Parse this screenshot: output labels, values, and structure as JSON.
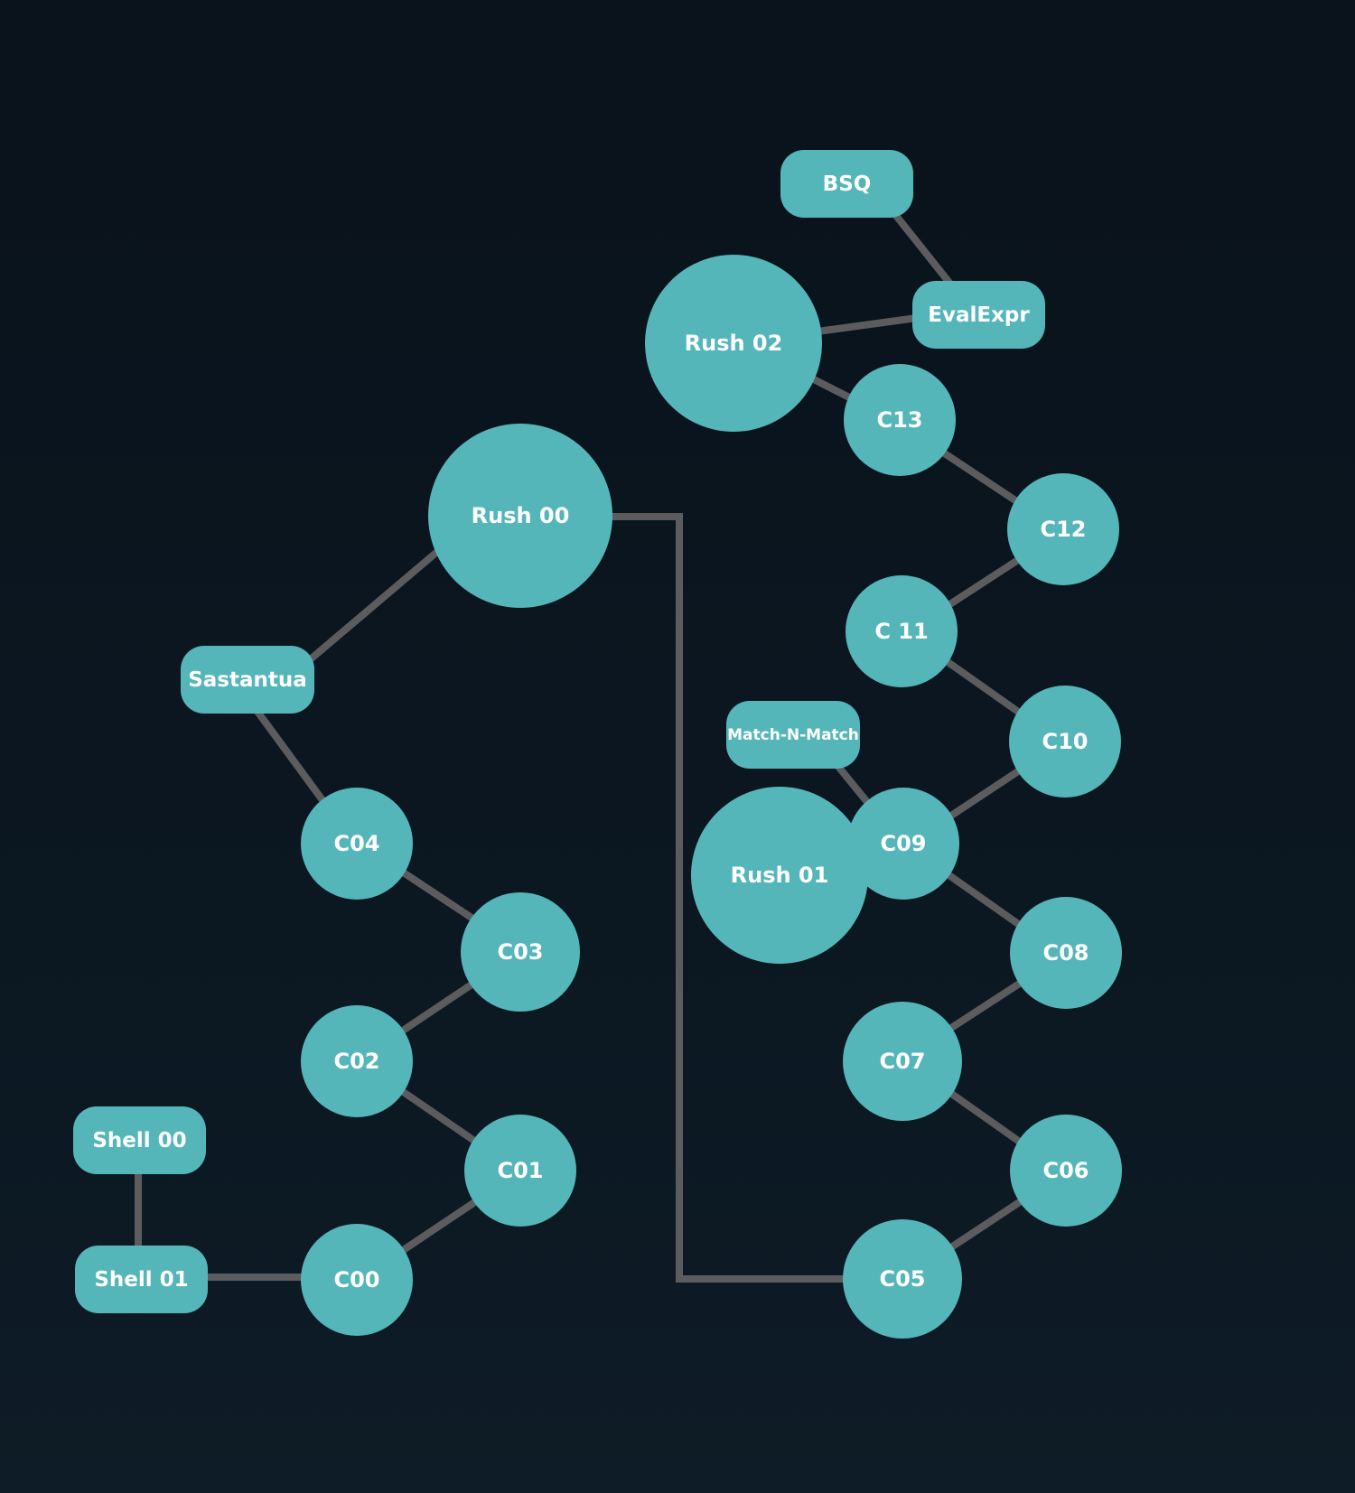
{
  "nodes": {
    "bsq": "BSQ",
    "evalexpr": "EvalExpr",
    "rush02": "Rush 02",
    "c13": "C13",
    "c12": "C12",
    "c11": "C 11",
    "c10": "C10",
    "rush00": "Rush 00",
    "sastantua": "Sastantua",
    "match": "Match-N-Match",
    "rush01": "Rush 01",
    "c09": "C09",
    "c08": "C08",
    "c07": "C07",
    "c06": "C06",
    "c05": "C05",
    "c04": "C04",
    "c03": "C03",
    "c02": "C02",
    "c01": "C01",
    "c00": "C00",
    "shell00": "Shell 00",
    "shell01": "Shell 01"
  },
  "colors": {
    "node_fill": "#55b6b9",
    "edge": "#5c5c5e",
    "background": "#0b1620"
  }
}
